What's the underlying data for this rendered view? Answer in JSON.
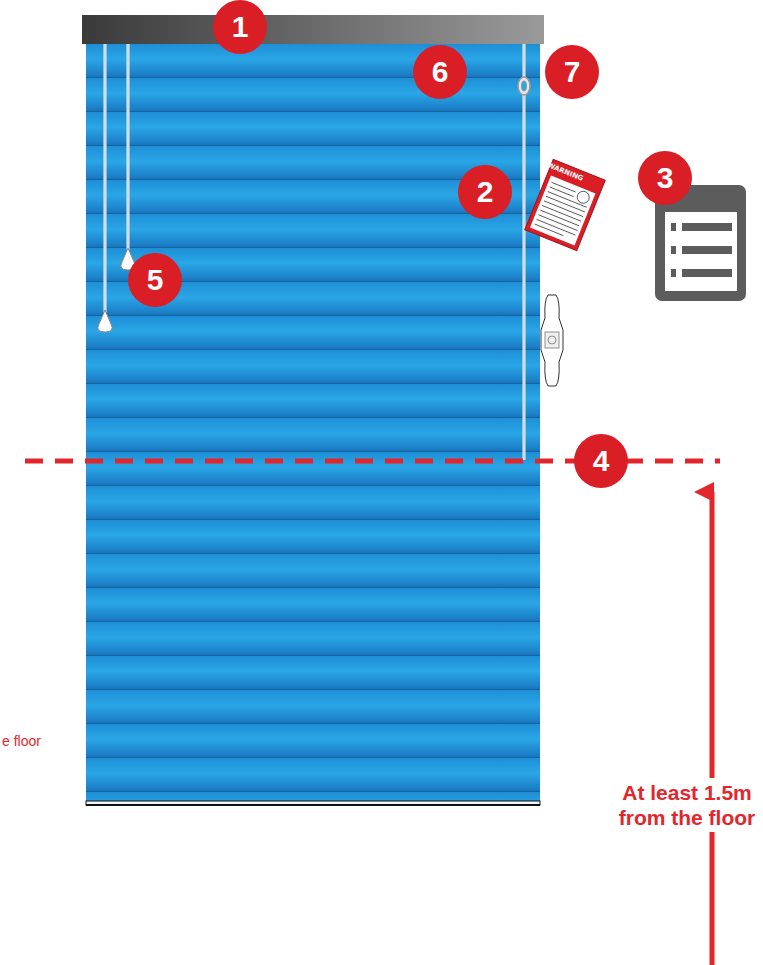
{
  "diagram": {
    "labels": [
      "1",
      "2",
      "3",
      "4",
      "5",
      "6",
      "7",
      "WARNING",
      "At least 1.5m from the floor",
      "e floor"
    ]
  }
}
